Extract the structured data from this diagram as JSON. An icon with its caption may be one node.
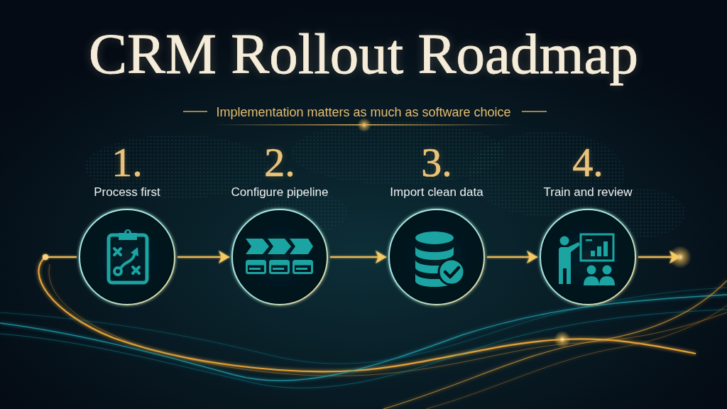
{
  "diagram": {
    "title": "CRM Rollout Roadmap",
    "nodes": [
      {
        "text": [
          "1.",
          "Process first"
        ]
      },
      {
        "text": [
          "2.",
          "Configure pipeline"
        ]
      },
      {
        "text": [
          "3.",
          "Import clean data"
        ]
      },
      {
        "text": [
          "4.",
          "Train and review"
        ]
      }
    ],
    "edges": [
      {
        "from": null,
        "to": 0,
        "arrow": "other"
      },
      {
        "from": 0,
        "to": 1,
        "arrow": "to"
      },
      {
        "from": 1,
        "to": 2,
        "arrow": "to"
      },
      {
        "from": 2,
        "to": 3,
        "arrow": "to"
      },
      {
        "from": 3,
        "to": null,
        "arrow": "to"
      }
    ],
    "labels": [
      "Implementation matters as much as software choice"
    ]
  }
}
